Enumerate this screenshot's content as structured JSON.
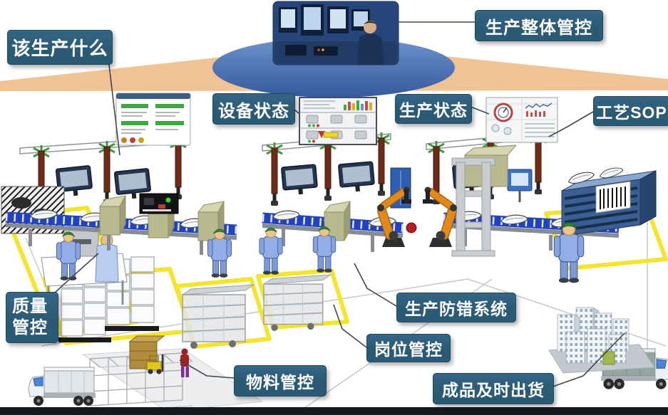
{
  "callouts": {
    "what_to_produce": "该生产什么",
    "overall_production_control": "生产整体管控",
    "equipment_status": "设备状态",
    "production_status": "生产状态",
    "process_sop": "工艺SOP",
    "quality_control_lines": [
      "质量",
      "管控"
    ],
    "production_error_proofing": "生产防错系统",
    "station_control": "岗位管控",
    "material_control": "物料管控",
    "finished_goods_shipment": "成品及时出货"
  },
  "colors": {
    "callout_background": "#2b5a74",
    "callout_text": "#ffffff",
    "light_beam_orange": "#f0c394",
    "stage_ellipse_blue": "#3b66ae",
    "floor_marking_yellow": "#f4e42e",
    "conveyor_blue": "#2342c0",
    "robot_arm_orange": "#e2891b",
    "worker_uniform_blue": "#92aee6",
    "worker_cap_green": "#2f8f3c",
    "hanger_post_maroon": "#6e2b15",
    "video_bar_black": "#15191e"
  },
  "scene": {
    "elements": [
      "control-room-photo",
      "light-beam",
      "overhead-rails",
      "hanging-monitors",
      "mes-window-screen",
      "andon-dashboard-screen",
      "production-gauge-screen",
      "conveyor-line",
      "robot-arms",
      "workers",
      "inspection-station",
      "box-stacks",
      "wire-carts",
      "pallet-racks",
      "forklift",
      "picker-figure",
      "barcode-cabinet",
      "delivery-truck-left",
      "delivery-truck-right",
      "city-buildings"
    ]
  }
}
